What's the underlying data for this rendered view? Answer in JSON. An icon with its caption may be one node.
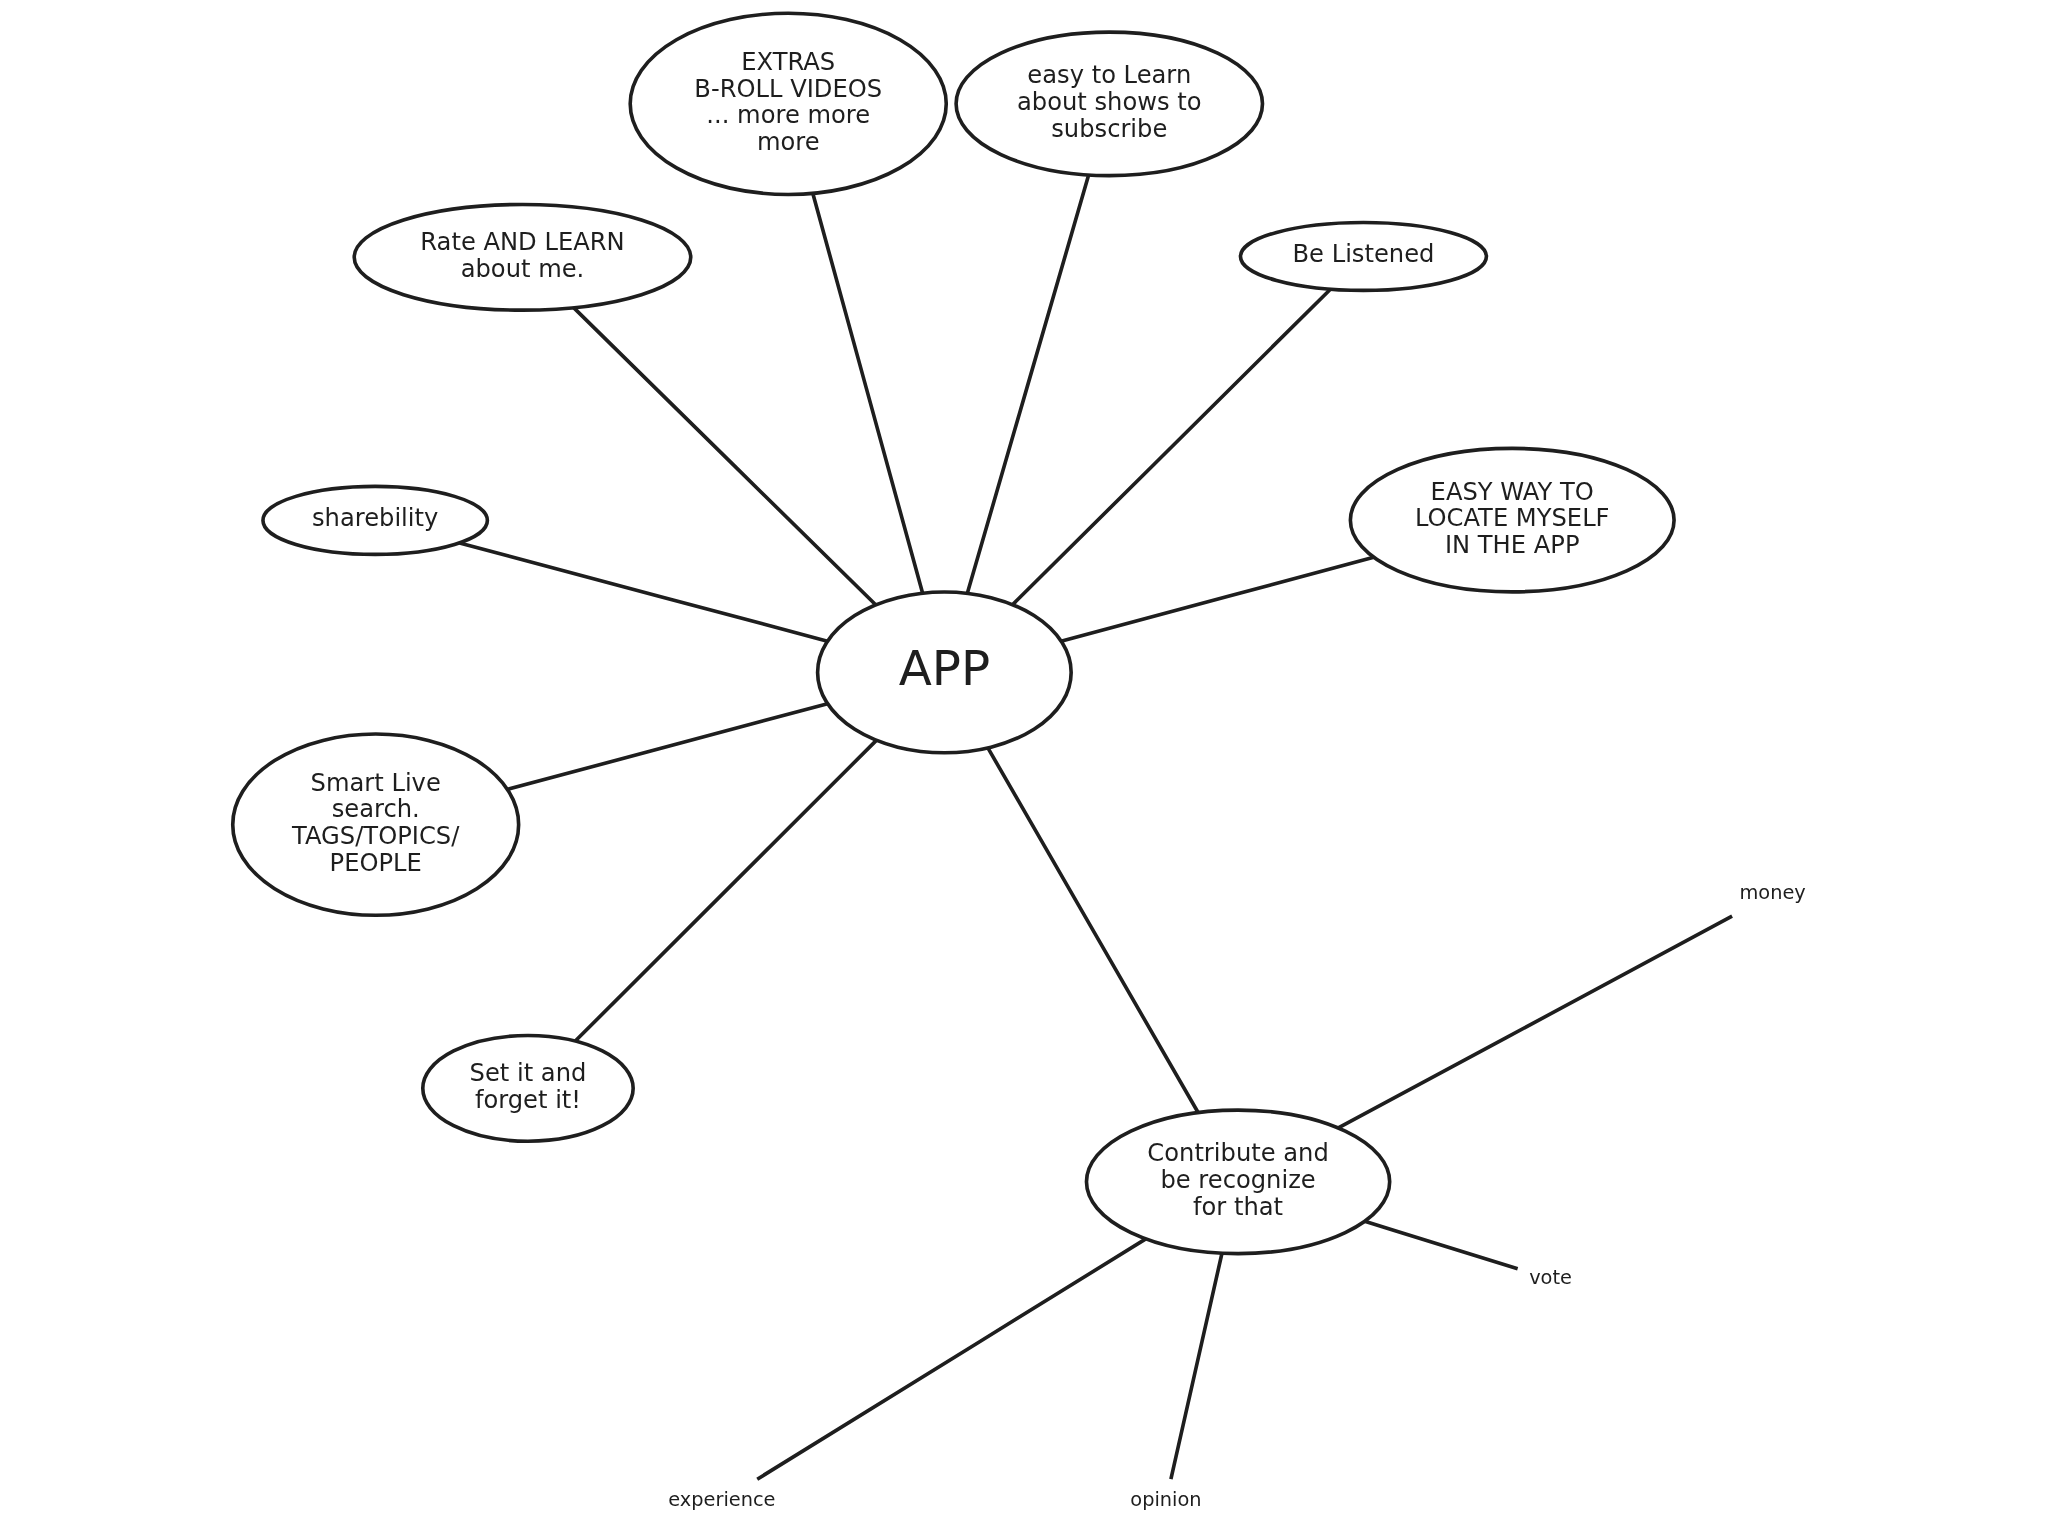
{
  "diagram": {
    "nodes": [
      {
        "text": [
          "EXTRAS",
          "B-ROLL VIDEOS",
          "... more more more"
        ]
      },
      {
        "text": [
          "easy to Learn about shows to subscribe"
        ]
      },
      {
        "text": [
          "Be Listened"
        ]
      },
      {
        "text": [
          "Rate AND LEARN about me."
        ]
      },
      {
        "text": [
          "APP"
        ]
      },
      {
        "text": [
          "EASY WAY TO LOCATE MYSELF IN THE APP"
        ]
      },
      {
        "text": [
          "sharebility"
        ]
      },
      {
        "text": [
          "Smart Live search.",
          "TAGS/TOPICS/ PEOPLE"
        ]
      },
      {
        "text": [
          "Set it and forget it!"
        ]
      },
      {
        "text": [
          "Contribute and be recognize for that"
        ]
      },
      {
        "text": [
          "money"
        ]
      },
      {
        "text": [
          "vote"
        ]
      },
      {
        "text": [
          "opinion"
        ]
      },
      {
        "text": [
          "experience"
        ]
      }
    ],
    "edges": [
      {
        "from": 4,
        "to": 1,
        "arrow": "none"
      },
      {
        "from": 4,
        "to": 2,
        "arrow": "none"
      },
      {
        "from": 4,
        "to": 5,
        "arrow": "none"
      },
      {
        "from": 4,
        "to": 9,
        "arrow": "none"
      },
      {
        "from": 4,
        "to": 8,
        "arrow": "none"
      },
      {
        "from": 4,
        "to": 7,
        "arrow": "none"
      },
      {
        "from": 4,
        "to": 6,
        "arrow": "none"
      },
      {
        "from": 4,
        "to": 3,
        "arrow": "none"
      },
      {
        "from": 4,
        "to": 0,
        "arrow": "none"
      },
      {
        "from": 9,
        "to": 10,
        "arrow": "none"
      },
      {
        "from": 9,
        "to": 11,
        "arrow": "none"
      },
      {
        "from": 9,
        "to": 12,
        "arrow": "none"
      },
      {
        "from": 9,
        "to": 13,
        "arrow": "none"
      }
    ]
  }
}
